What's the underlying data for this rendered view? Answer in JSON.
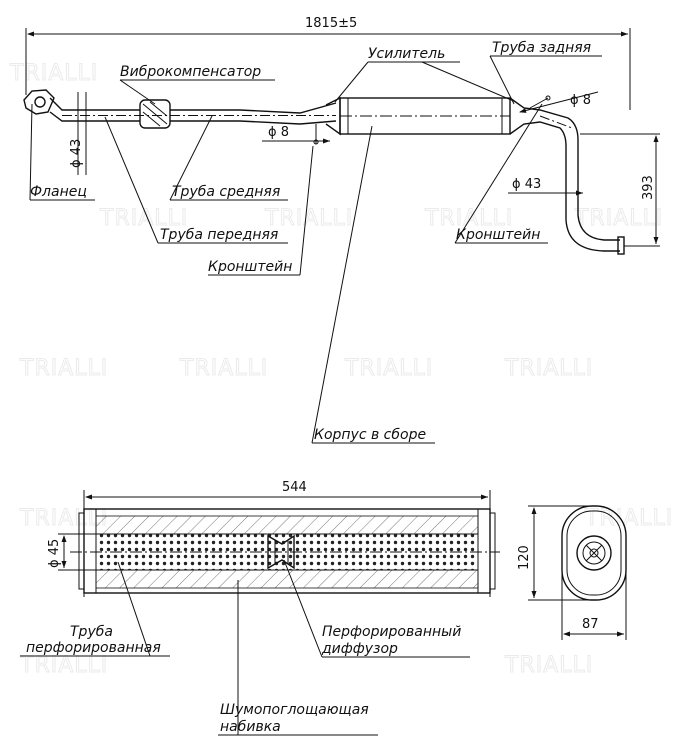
{
  "watermark": "TRIALLI",
  "top_view": {
    "overall_length": "1815±5",
    "height": "393",
    "labels": {
      "flange": "Фланец",
      "vibro": "Виброкомпенсатор",
      "pipe_middle": "Труба средняя",
      "pipe_front": "Труба передняя",
      "bracket_left": "Кронштейн",
      "reinforcement": "Усилитель",
      "pipe_rear": "Труба задняя",
      "bracket_right": "Кронштейн",
      "body_assembly": "Корпус в сборе"
    },
    "dims": {
      "pipe_dia_left": "ϕ 43",
      "bracket_dia_left": "ϕ 8",
      "pipe_dia_right": "ϕ 43",
      "bracket_dia_right": "ϕ 8"
    }
  },
  "section_view": {
    "length": "544",
    "inner_dia": "ϕ 45",
    "labels": {
      "perforated_pipe": "Труба перфорированная",
      "perforated_diffuser": "Перфорированный диффузор",
      "packing": "Шумопоглощающая набивка"
    }
  },
  "end_view": {
    "height": "120",
    "width": "87"
  }
}
